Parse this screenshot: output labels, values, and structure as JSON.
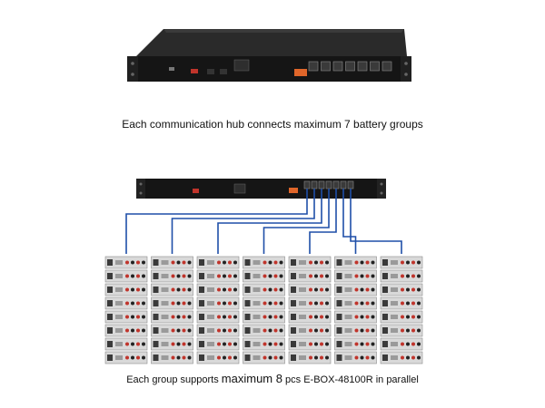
{
  "captions": {
    "top": "Each communication hub connects maximum 7 battery groups",
    "bottom_pre": "Each group supports ",
    "bottom_max": "maximum 8",
    "bottom_post": " pcs E-BOX-48100R in parallel"
  },
  "hub": {
    "port_count": 7
  },
  "battery_bank": {
    "groups": 7,
    "modules_per_group": 8
  },
  "colors": {
    "hub_body": "#1b1b1b",
    "cable": "#1f4fa8",
    "module_face": "#d9d9d9",
    "terminal_red": "#c0342b",
    "accent_orange": "#e0662a"
  }
}
